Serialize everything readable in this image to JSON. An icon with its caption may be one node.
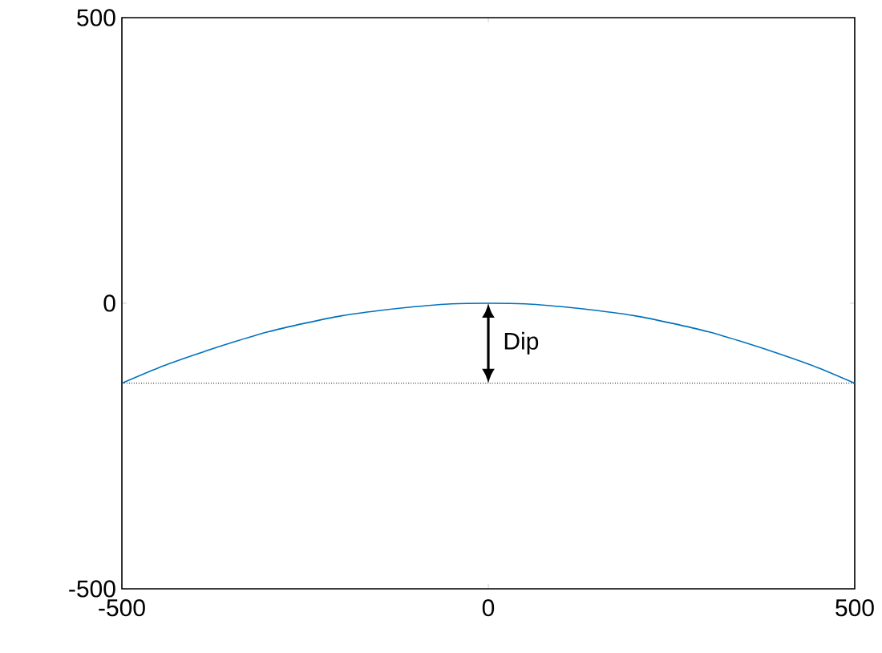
{
  "diagram": {
    "chart_data": {
      "type": "line",
      "x": [
        -500,
        -450,
        -400,
        -350,
        -300,
        -250,
        -200,
        -150,
        -100,
        -50,
        0,
        50,
        100,
        150,
        200,
        250,
        300,
        350,
        400,
        450,
        500
      ],
      "series": [
        {
          "color": "#0072bd",
          "values": [
            -140,
            -113,
            -90,
            -69,
            -50,
            -35,
            -22,
            -13,
            -6,
            -1,
            0,
            -1,
            -6,
            -13,
            -22,
            -35,
            -50,
            -69,
            -90,
            -113,
            -140
          ]
        },
        {
          "color": "#000000",
          "line_style": "dotted",
          "values": [
            -140,
            -140,
            -140,
            -140,
            -140,
            -140,
            -140,
            -140,
            -140,
            -140,
            -140,
            -140,
            -140,
            -140,
            -140,
            -140,
            -140,
            -140,
            -140,
            -140,
            -140
          ]
        }
      ],
      "xlim": [
        -500,
        500
      ],
      "ylim": [
        -500,
        500
      ],
      "xticks": [
        -500,
        0,
        500
      ],
      "yticks": [
        -500,
        0,
        500
      ],
      "annotations": [
        "Dip"
      ]
    }
  }
}
